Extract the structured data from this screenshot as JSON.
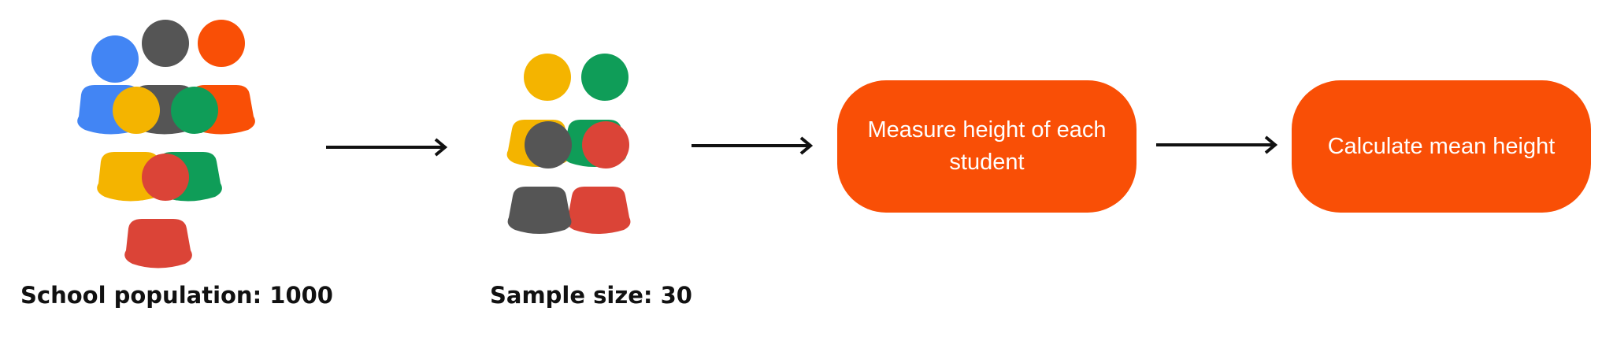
{
  "colors": {
    "blue": "#4285f4",
    "gray": "#555555",
    "orange": "#f94f06",
    "yellow": "#f4b400",
    "green": "#0f9d58",
    "red": "#db4437",
    "arrow": "#111111",
    "box_text": "#ffffff"
  },
  "population": {
    "caption": "School population: 1000",
    "people": [
      {
        "color": "blue"
      },
      {
        "color": "gray"
      },
      {
        "color": "orange"
      },
      {
        "color": "yellow"
      },
      {
        "color": "green"
      },
      {
        "color": "red"
      }
    ]
  },
  "sample": {
    "caption": "Sample size: 30",
    "people": [
      {
        "color": "yellow"
      },
      {
        "color": "green"
      },
      {
        "color": "gray"
      },
      {
        "color": "red"
      }
    ]
  },
  "steps": [
    {
      "label": "Measure height of each student"
    },
    {
      "label": "Calculate mean height"
    }
  ]
}
